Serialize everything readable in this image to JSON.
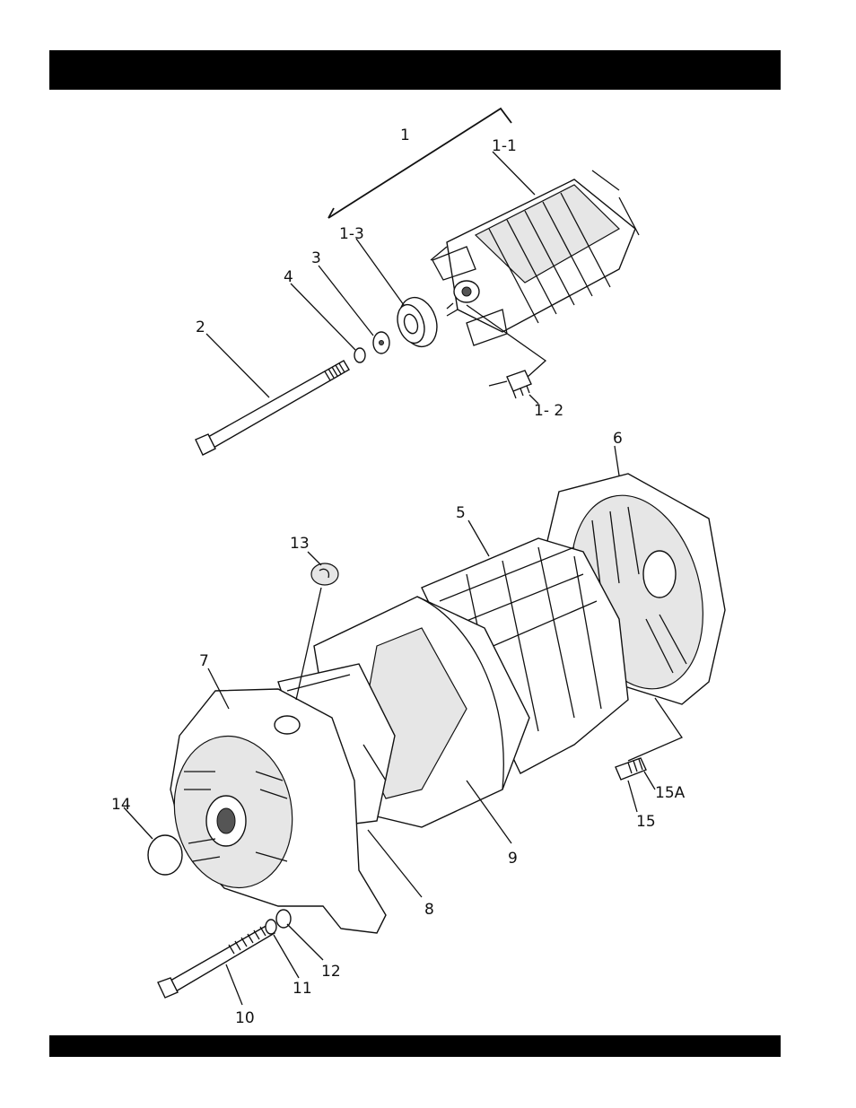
{
  "header": {
    "title": ""
  },
  "footer": {
    "text": ""
  },
  "callouts": {
    "c1": "1",
    "c1_1": "1-1",
    "c1_2": "1- 2",
    "c1_3": "1-3",
    "c2": "2",
    "c3": "3",
    "c4": "4",
    "c5": "5",
    "c6": "6",
    "c7": "7",
    "c8": "8",
    "c9": "9",
    "c10": "10",
    "c11": "11",
    "c12": "12",
    "c13": "13",
    "c14": "14",
    "c15": "15",
    "c15a": "15A"
  }
}
